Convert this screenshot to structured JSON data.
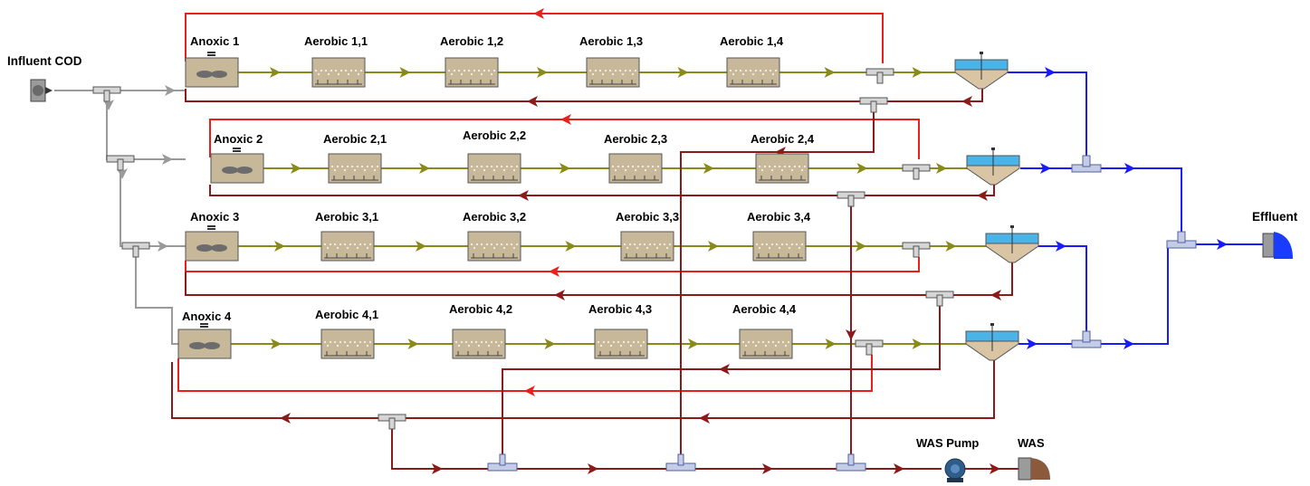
{
  "labels": {
    "influent": "Influent COD",
    "effluent": "Effluent",
    "was_pump": "WAS Pump",
    "was": "WAS"
  },
  "trains": [
    {
      "anoxic": "Anoxic 1",
      "aerobic": [
        "Aerobic 1,1",
        "Aerobic 1,2",
        "Aerobic 1,3",
        "Aerobic 1,4"
      ]
    },
    {
      "anoxic": "Anoxic 2",
      "aerobic": [
        "Aerobic 2,1",
        "Aerobic 2,2",
        "Aerobic 2,3",
        "Aerobic 2,4"
      ]
    },
    {
      "anoxic": "Anoxic 3",
      "aerobic": [
        "Aerobic 3,1",
        "Aerobic 3,2",
        "Aerobic 3,3",
        "Aerobic 3,4"
      ]
    },
    {
      "anoxic": "Anoxic 4",
      "aerobic": [
        "Aerobic 4,1",
        "Aerobic 4,2",
        "Aerobic 4,3",
        "Aerobic 4,4"
      ]
    }
  ],
  "colors": {
    "influent_line": "#9a9a9a",
    "process_line": "#8a8a1a",
    "internal_recycle": "#e8201c",
    "ras_line": "#8b1a1a",
    "effluent_line": "#1a1aff",
    "tank_fill": "#c8b89a",
    "clarifier_water": "#4ab3e8"
  }
}
